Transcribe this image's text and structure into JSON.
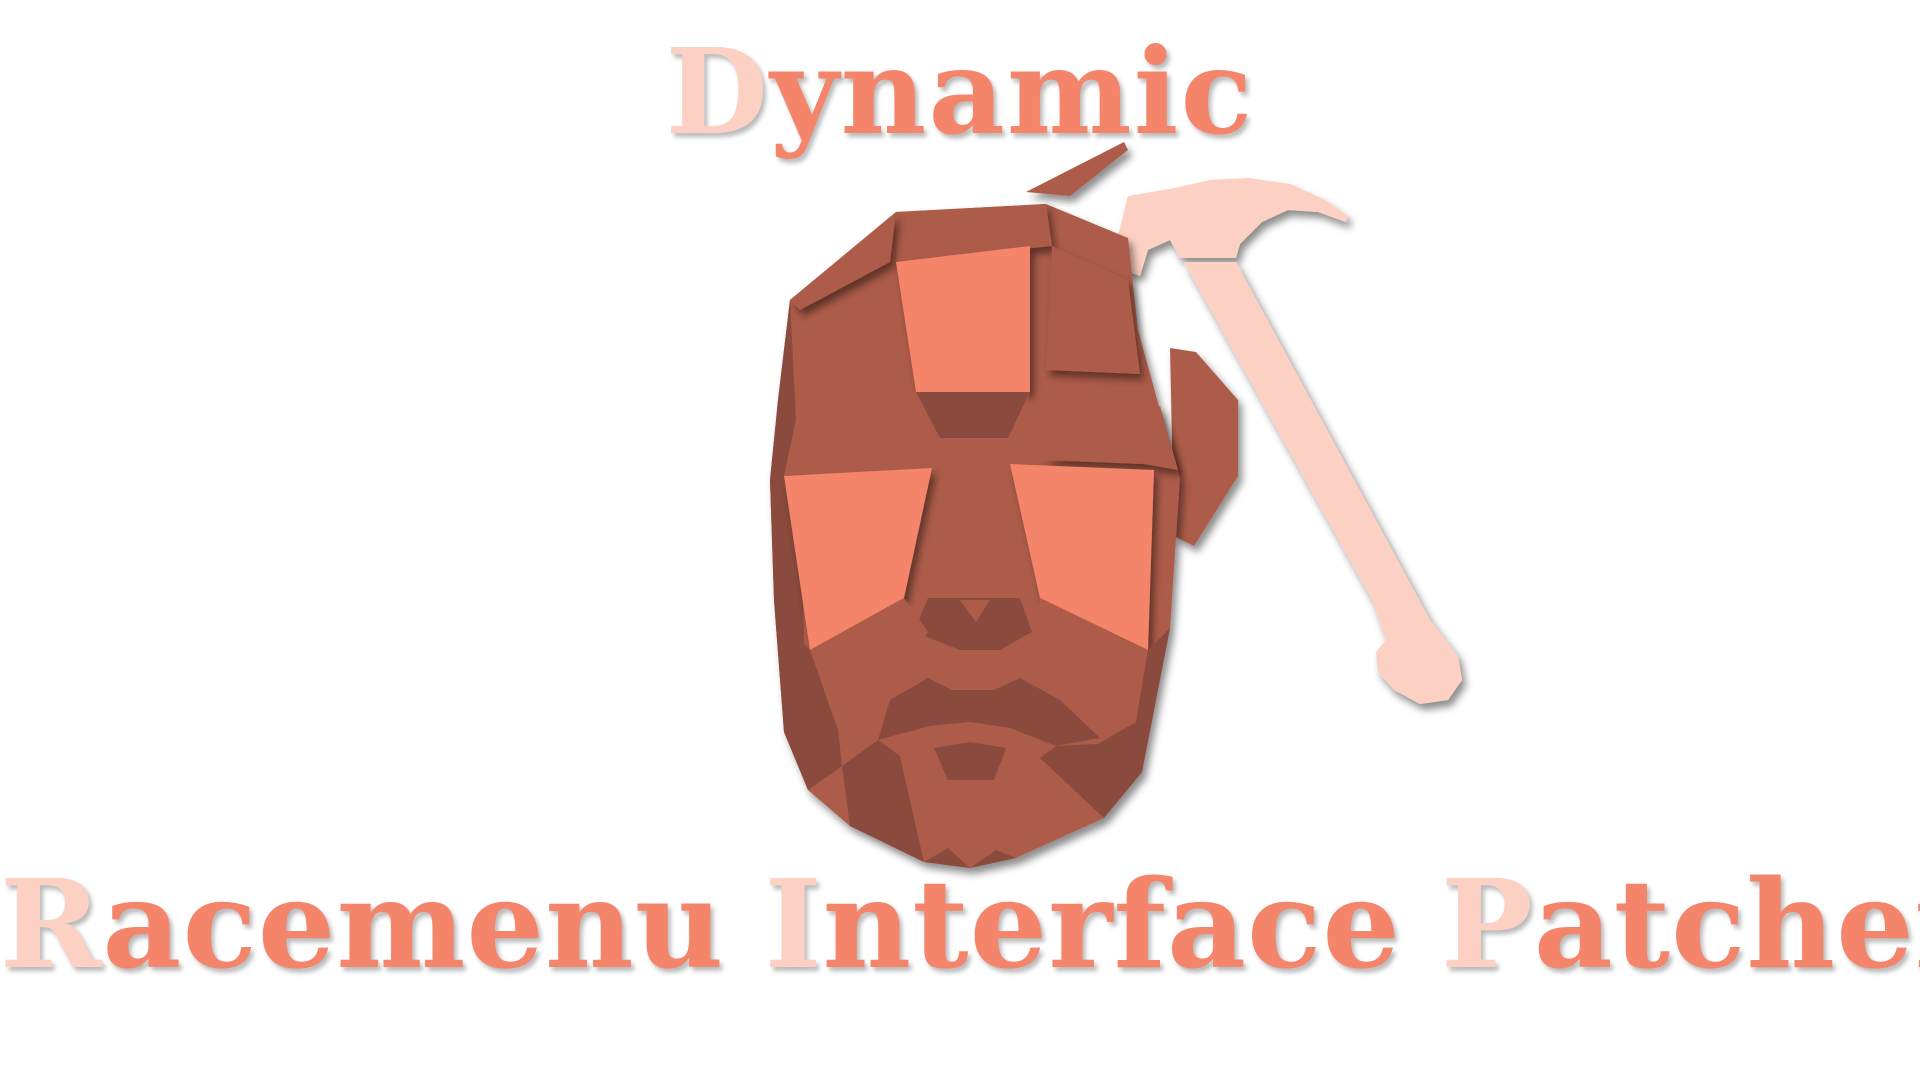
{
  "colors": {
    "background": "#ffffff",
    "title_light": "#fdd0c4",
    "title_main": "#f4846a",
    "face_dark": "#8a4a3d",
    "face_mid": "#ad5c49",
    "face_light": "#f4846a",
    "hammer": "#fdd0c4"
  },
  "icons": {
    "logo": "low-poly-face-with-hammer-icon"
  },
  "title": {
    "line1": {
      "first_letter": "D",
      "rest": "ynamic"
    },
    "line2": {
      "word1_first": "R",
      "word1_rest": "acemenu",
      "word2_first": "I",
      "word2_rest": "nterface",
      "word3_first": "P",
      "word3_rest": "atcher"
    }
  }
}
